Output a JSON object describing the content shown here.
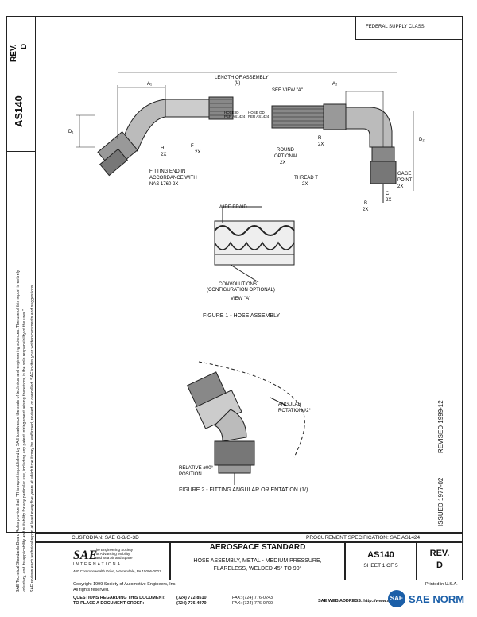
{
  "left_panel": {
    "rev_label": "REV.",
    "rev_value": "D",
    "doc_number": "AS140",
    "disclaimer": [
      "SAE Technical Standards Board Rules provide that: \"This report is published by SAE to advance the state of technical and engineering sciences. The use of this report is entirely",
      "voluntary, and its applicability and suitability for any particular use, including any patent infringement arising therefrom, is the sole responsibility of the user.\"",
      "SAE reviews each technical report at least every five years at which time it may be reaffirmed, revised, or cancelled. SAE invites your written comments and suggestions."
    ]
  },
  "header": {
    "supply_class": "FEDERAL SUPPLY CLASS"
  },
  "figure1": {
    "length_label": "LENGTH OF ASSEMBLY",
    "length_code": "(L)",
    "a1": "A₁",
    "a2": "A₂",
    "d1": "D₁",
    "d2": "D₂",
    "see_view": "SEE VIEW \"A\"",
    "hose_id_1": "HOSE ID",
    "hose_id_2": "PER AS1424",
    "hose_od_1": "HOSE OD",
    "hose_od_2": "PER AS1424",
    "fitting_end": "FITTING END IN",
    "fitting_end_2": "ACCORDANCE WITH",
    "fitting_end_3": "NAS 1760 2X",
    "h_label": "H",
    "h_2x": "2X",
    "f_label": "F",
    "f_2x": "2X",
    "round": "ROUND",
    "optional": "OPTIONAL",
    "round_2x": "2X",
    "r_label": "R",
    "r_2x": "2X",
    "thread": "THREAD T",
    "thread_2x": "2X",
    "gage": "GAGE",
    "point": "POINT",
    "gage_2x": "2X",
    "c_label": "C",
    "c_2x": "2X",
    "b_label": "B",
    "b_2x": "2X",
    "wire_braid": "WIRE BRAID",
    "convolutions": "CONVOLUTIONS",
    "config_optional": "(CONFIGURATION OPTIONAL)",
    "view_a": "VIEW \"A\"",
    "caption": "FIGURE 1 - HOSE ASSEMBLY"
  },
  "figure2": {
    "angular": "ANGULAR",
    "rotation": "ROTATION #2°",
    "relative_1": "RELATIVE ø00°",
    "relative_2": "POSITION",
    "caption": "FIGURE 2 - FITTING ANGULAR ORIENTATION (1/)"
  },
  "right_vertical": {
    "issued": "ISSUED  1977-02",
    "revised": "REVISED  1999-12"
  },
  "title_block": {
    "custodian": "CUSTODIAN:   SAE G-3/G-3D",
    "procurement": "PROCUREMENT SPECIFICATION:   SAE AS1424",
    "logo": "SAE",
    "logo_tag_1": "The Engineering Society",
    "logo_tag_2": "For Advancing Mobility",
    "logo_tag_3": "Land Sea Air and Space",
    "logo_intl": "INTERNATIONAL",
    "logo_address": "400 Commonwealth Drive, Warrendale, PA 15096-0001",
    "standard": "AEROSPACE STANDARD",
    "title_1": "HOSE ASSEMBLY, METAL - MEDIUM PRESSURE,",
    "title_2": "FLARELESS, WELDED  45° TO 90°",
    "doc_no": "AS140",
    "sheet": "SHEET 1 OF 5",
    "rev_label": "REV.",
    "rev_value": "D"
  },
  "footer": {
    "copyright_1": "Copyright  1999 Society of Automotive Engineers, Inc.",
    "copyright_2": "All rights reserved.",
    "printed": "Printed in U.S.A.",
    "questions_1": "QUESTIONS REGARDING THIS DOCUMENT:",
    "questions_2": "TO PLACE A DOCUMENT ORDER:",
    "phone_1": "(724) 772-8510",
    "phone_2": "(724) 776-4970",
    "fax_1": "FAX: (724) 776-0243",
    "fax_2": "FAX: (724) 776-0790",
    "web": "SAE WEB ADDRESS: http://www.sae.org",
    "watermark": "SAE NORM"
  }
}
